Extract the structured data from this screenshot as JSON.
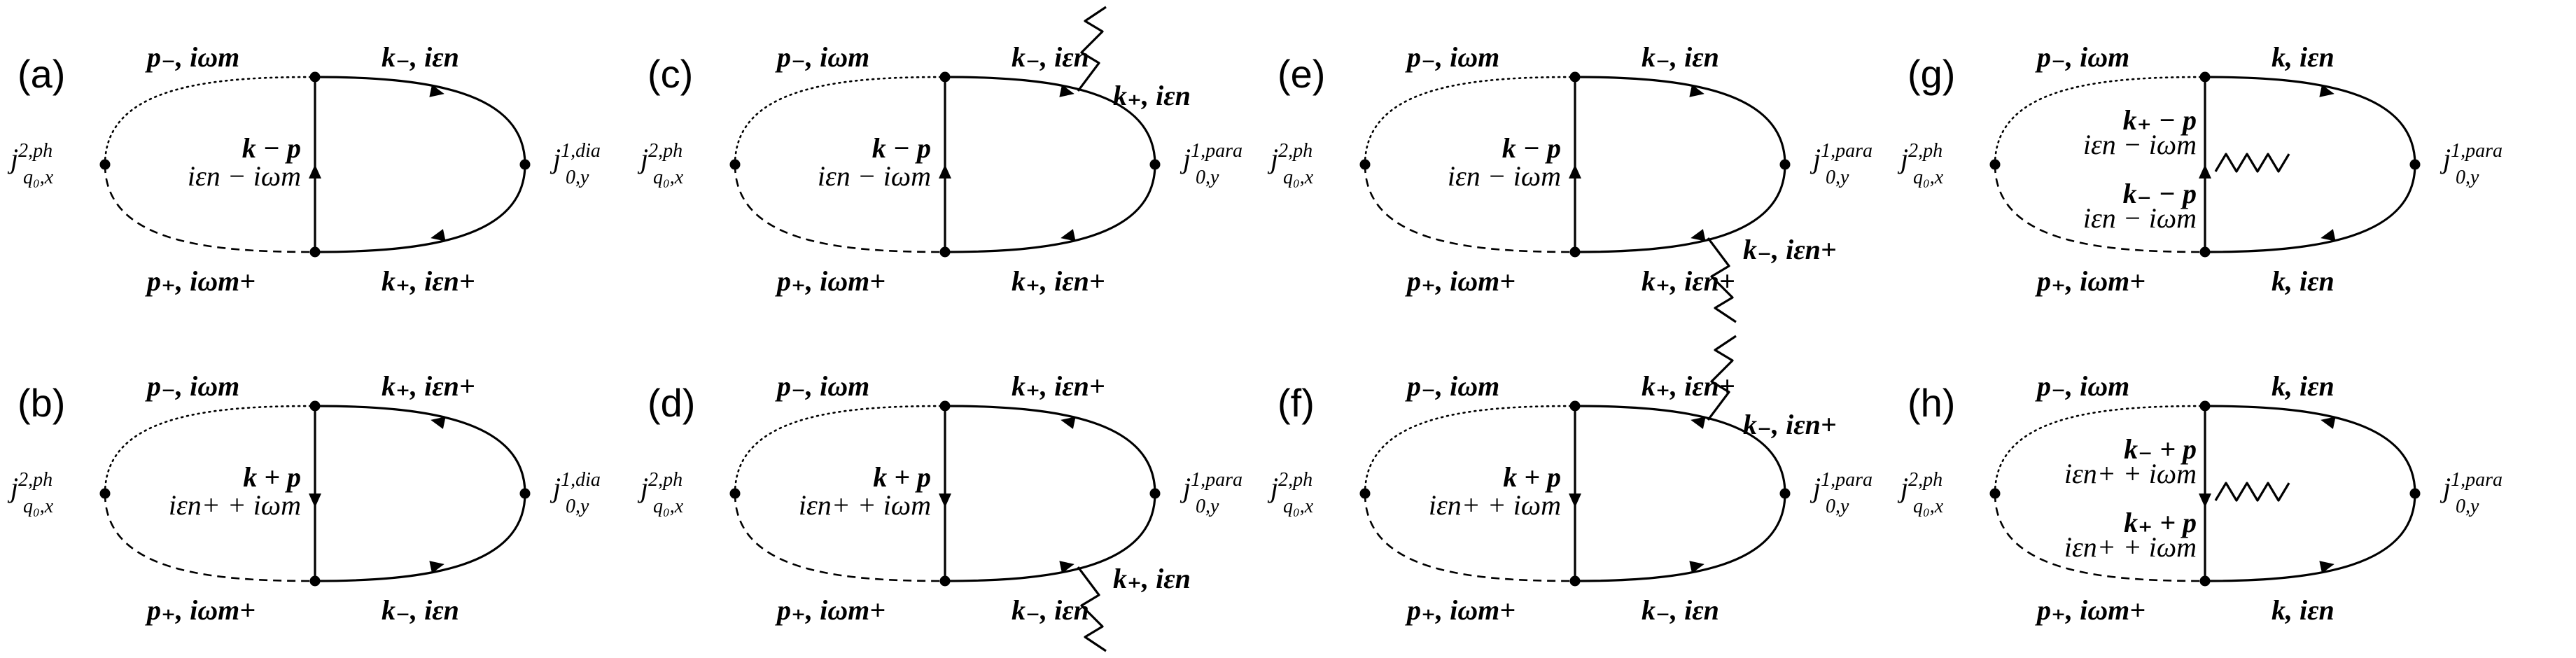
{
  "panels": [
    {
      "id": "a",
      "label": "(a)",
      "left_current": {
        "base": "j",
        "sup": "2,ph",
        "sub": "q₀,x"
      },
      "right_current": {
        "base": "j",
        "sup": "1,dia",
        "sub": "0,y"
      },
      "top_left": "p₋, iωm",
      "bottom_left": "p₊, iωm+",
      "top_right": "k₋,  iεn",
      "bottom_right": "k₊,  iεn+",
      "center_mom": "k − p",
      "center_freq": "iεn − iωm",
      "photon": "none",
      "vertical_arrow": "up",
      "top_arrow": "right",
      "bottom_arrow": "left"
    },
    {
      "id": "b",
      "label": "(b)",
      "left_current": {
        "base": "j",
        "sup": "2,ph",
        "sub": "q₀,x"
      },
      "right_current": {
        "base": "j",
        "sup": "1,dia",
        "sub": "0,y"
      },
      "top_left": "p₋, iωm",
      "bottom_left": "p₊, iωm+",
      "top_right": "k₊,  iεn+",
      "bottom_right": "k₋,  iεn",
      "center_mom": "k + p",
      "center_freq": "iεn+ + iωm",
      "photon": "none",
      "vertical_arrow": "down",
      "top_arrow": "left",
      "bottom_arrow": "right"
    },
    {
      "id": "c",
      "label": "(c)",
      "left_current": {
        "base": "j",
        "sup": "2,ph",
        "sub": "q₀,x"
      },
      "right_current": {
        "base": "j",
        "sup": "1,para",
        "sub": "0,y"
      },
      "top_left": "p₋, iωm",
      "bottom_left": "p₊, iωm+",
      "top_right": "k₋,  iεn",
      "top_right_2": "k₊,  iεn",
      "bottom_right": "k₊,  iεn+",
      "center_mom": "k − p",
      "center_freq": "iεn − iωm",
      "photon": "top",
      "vertical_arrow": "up",
      "top_arrow": "right",
      "bottom_arrow": "left"
    },
    {
      "id": "d",
      "label": "(d)",
      "left_current": {
        "base": "j",
        "sup": "2,ph",
        "sub": "q₀,x"
      },
      "right_current": {
        "base": "j",
        "sup": "1,para",
        "sub": "0,y"
      },
      "top_left": "p₋, iωm",
      "bottom_left": "p₊, iωm+",
      "top_right": "k₊,  iεn+",
      "bottom_right": "k₋,  iεn",
      "bottom_right_2": "k₊,  iεn",
      "center_mom": "k + p",
      "center_freq": "iεn+ + iωm",
      "photon": "bottom",
      "vertical_arrow": "down",
      "top_arrow": "left",
      "bottom_arrow": "right"
    },
    {
      "id": "e",
      "label": "(e)",
      "left_current": {
        "base": "j",
        "sup": "2,ph",
        "sub": "q₀,x"
      },
      "right_current": {
        "base": "j",
        "sup": "1,para",
        "sub": "0,y"
      },
      "top_left": "p₋, iωm",
      "bottom_left": "p₊, iωm+",
      "top_right": "k₋,  iεn",
      "bottom_right": "k₊,  iεn+",
      "bottom_right_2": "k₋,  iεn+",
      "center_mom": "k − p",
      "center_freq": "iεn − iωm",
      "photon": "bottom",
      "vertical_arrow": "up",
      "top_arrow": "right",
      "bottom_arrow": "left"
    },
    {
      "id": "f",
      "label": "(f)",
      "left_current": {
        "base": "j",
        "sup": "2,ph",
        "sub": "q₀,x"
      },
      "right_current": {
        "base": "j",
        "sup": "1,para",
        "sub": "0,y"
      },
      "top_left": "p₋, iωm",
      "bottom_left": "p₊, iωm+",
      "top_right": "k₊,  iεn+",
      "top_right_2": "k₋,  iεn+",
      "bottom_right": "k₋,  iεn",
      "center_mom": "k + p",
      "center_freq": "iεn+ + iωm",
      "photon": "top",
      "vertical_arrow": "down",
      "top_arrow": "left",
      "bottom_arrow": "right"
    },
    {
      "id": "g",
      "label": "(g)",
      "left_current": {
        "base": "j",
        "sup": "2,ph",
        "sub": "q₀,x"
      },
      "right_current": {
        "base": "j",
        "sup": "1,para",
        "sub": "0,y"
      },
      "top_left": "p₋, iωm",
      "bottom_left": "p₊, iωm+",
      "top_right": "k, iεn",
      "bottom_right": "k, iεn",
      "center_mom": "k₊ − p",
      "center_freq": "iεn − iωm",
      "center_mom_2": "k₋ − p",
      "center_freq_2": "iεn − iωm",
      "photon": "middle",
      "vertical_arrow": "up",
      "top_arrow": "right",
      "bottom_arrow": "left"
    },
    {
      "id": "h",
      "label": "(h)",
      "left_current": {
        "base": "j",
        "sup": "2,ph",
        "sub": "q₀,x"
      },
      "right_current": {
        "base": "j",
        "sup": "1,para",
        "sub": "0,y"
      },
      "top_left": "p₋, iωm",
      "bottom_left": "p₊, iωm+",
      "top_right": "k, iεn",
      "bottom_right": "k, iεn",
      "center_mom": "k₋ + p",
      "center_freq": "iεn+ + iωm",
      "center_mom_2": "k₊ + p",
      "center_freq_2": "iεn+ + iωm",
      "photon": "middle",
      "vertical_arrow": "down",
      "top_arrow": "left",
      "bottom_arrow": "right"
    }
  ]
}
